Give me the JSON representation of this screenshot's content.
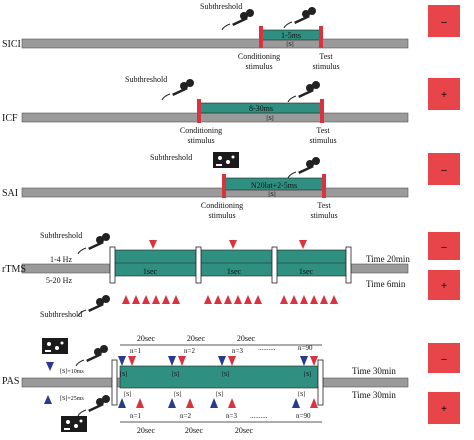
{
  "rows": {
    "sici": {
      "label": "SICI",
      "sub": "Subthreshold",
      "interval": "1-5ms",
      "s": "[S]",
      "cond": [
        "Conditioning",
        "stimulus"
      ],
      "test": [
        "Test",
        "stimulus"
      ],
      "effect": "–"
    },
    "icf": {
      "label": "ICF",
      "sub": "Subthreshold",
      "interval": "8-30ms",
      "s": "[S]",
      "cond": [
        "Conditioning",
        "stimulus"
      ],
      "test": [
        "Test",
        "stimulus"
      ],
      "effect": "+"
    },
    "sai": {
      "label": "SAI",
      "sub": "Subthreshold",
      "interval": "N20lat+2-5ms",
      "s": "[S]",
      "cond": [
        "Conditioning",
        "stimulus"
      ],
      "test": [
        "Test",
        "stimulus"
      ],
      "effect": "–"
    },
    "rtms": {
      "label": "rTMS",
      "sub_top": "Subthreshold",
      "sub_bottom": "Subthreshold",
      "freq_low": "1-4 Hz",
      "freq_high": "5-20 Hz",
      "seg": "1sec",
      "time_low": "Time 20min",
      "time_high": "Time 6min",
      "effect_top": "–",
      "effect_bottom": "+"
    },
    "pas": {
      "label": "PAS",
      "s10": "[S]=10ms",
      "s25": "[S]=25ms",
      "interval": "20sec",
      "n1": "n=1",
      "n2": "n=2",
      "n3": "n=3",
      "n90": "n=90",
      "dots": "..........",
      "s": "[S]",
      "time_top": "Time 30min",
      "time_bottom": "Time 30min",
      "effect_top": "–",
      "effect_bottom": "+"
    }
  },
  "colors": {
    "bar": "#9a9a9a",
    "teal": "#2f8f80",
    "red_pulse": "#d9333f",
    "red_box": "#e8454b",
    "blue": "#2a3a8c"
  }
}
